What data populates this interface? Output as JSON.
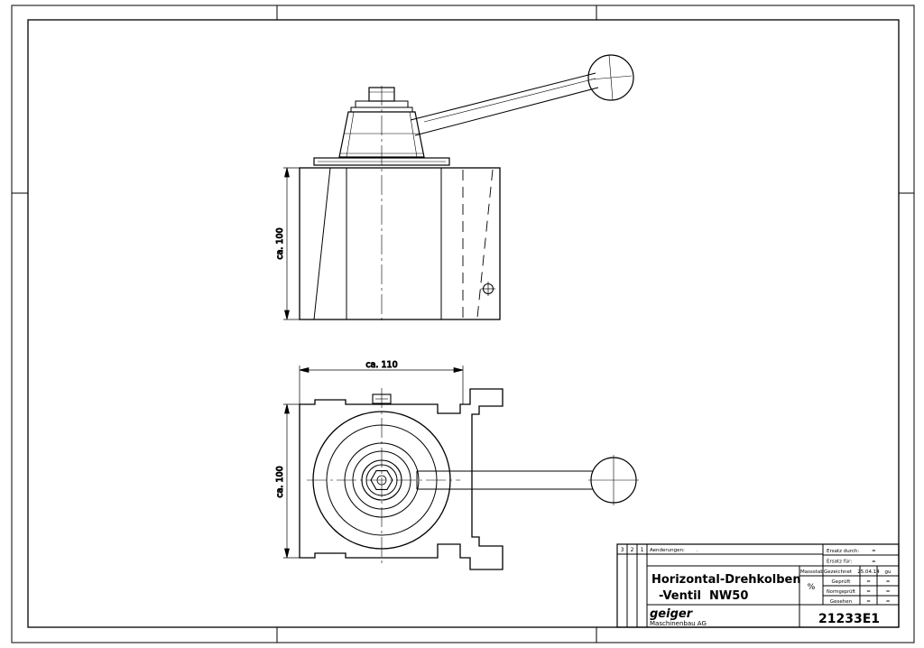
{
  "drawing": {
    "dimensions": {
      "height_front": "ca. 100",
      "width_top": "ca. 110",
      "height_top": "ca. 100"
    }
  },
  "title_block": {
    "revision_columns": [
      "3",
      "2",
      "1"
    ],
    "changes_label": "Aenderungen:",
    "changes_value": ".",
    "title_line1": "Horizontal-Drehkolben",
    "title_line2": "-Ventil  NW50",
    "scale_label": "Massstab",
    "scale_value": "%",
    "replaced_by_label": "Ersatz durch:",
    "replaced_by_value": "=",
    "replacement_for_label": "Ersatz für:",
    "replacement_for_value": "=",
    "drawn_label": "Gezeichnet",
    "drawn_date": "25.04.14",
    "drawn_by": "gu",
    "checked_label": "Geprüft",
    "checked_date": "=",
    "checked_by": "=",
    "norm_checked_label": "Normgeprüft",
    "norm_checked_date": "=",
    "norm_checked_by": "=",
    "seen_label": "Gesehen",
    "seen_date": "=",
    "seen_by": "=",
    "company_logo": "geiger",
    "company_name": "Maschinenbau AG",
    "drawing_number": "21233E1"
  }
}
